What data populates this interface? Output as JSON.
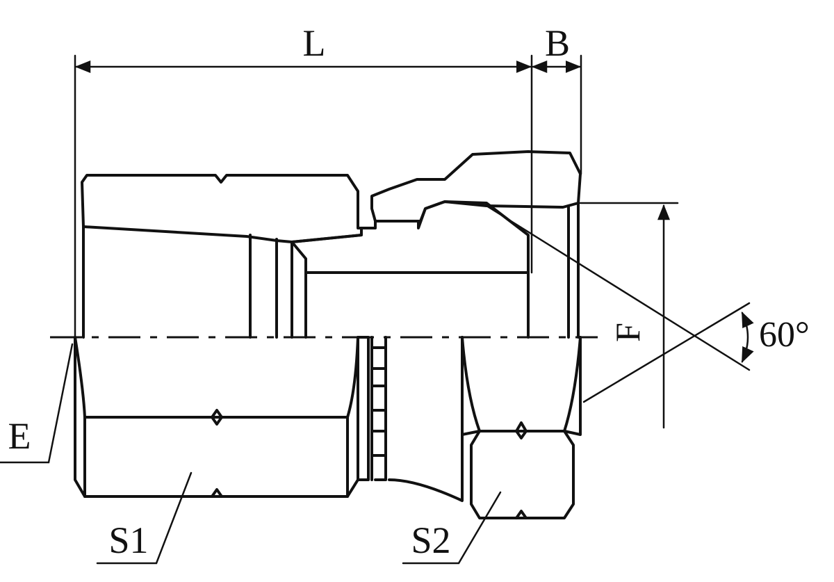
{
  "labels": {
    "length": "L",
    "nut_width": "B",
    "thread_e": "E",
    "bore_f": "F",
    "angle": "60°",
    "hex_s1": "S1",
    "hex_s2": "S2"
  }
}
